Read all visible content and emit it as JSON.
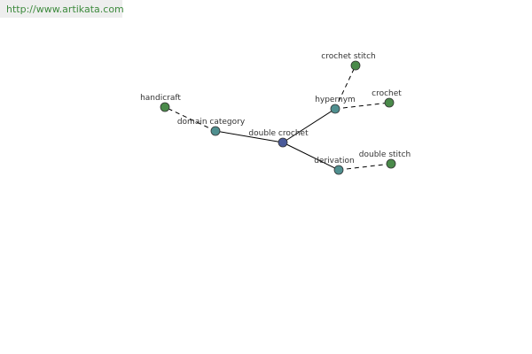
{
  "header": {
    "url": "http://www.artikata.com"
  },
  "graph": {
    "colors": {
      "center": "#4a5a9a",
      "relation": "#4f8f8f",
      "leaf": "#4a8a4a",
      "edge": "#000000"
    },
    "nodes": [
      {
        "id": "double-crochet",
        "label": "double crochet",
        "kind": "center"
      },
      {
        "id": "domain-category",
        "label": "domain category",
        "kind": "relation"
      },
      {
        "id": "hypernym",
        "label": "hypernym",
        "kind": "relation"
      },
      {
        "id": "derivation",
        "label": "derivation",
        "kind": "relation"
      },
      {
        "id": "handicraft",
        "label": "handicraft",
        "kind": "leaf"
      },
      {
        "id": "crochet-stitch",
        "label": "crochet stitch",
        "kind": "leaf"
      },
      {
        "id": "crochet",
        "label": "crochet",
        "kind": "leaf"
      },
      {
        "id": "double-stitch",
        "label": "double stitch",
        "kind": "leaf"
      }
    ],
    "edges": [
      {
        "from": "double-crochet",
        "to": "domain-category",
        "style": "solid"
      },
      {
        "from": "double-crochet",
        "to": "hypernym",
        "style": "solid"
      },
      {
        "from": "double-crochet",
        "to": "derivation",
        "style": "solid"
      },
      {
        "from": "domain-category",
        "to": "handicraft",
        "style": "dashed"
      },
      {
        "from": "hypernym",
        "to": "crochet-stitch",
        "style": "dashed"
      },
      {
        "from": "hypernym",
        "to": "crochet",
        "style": "dashed"
      },
      {
        "from": "derivation",
        "to": "double-stitch",
        "style": "dashed"
      }
    ]
  }
}
